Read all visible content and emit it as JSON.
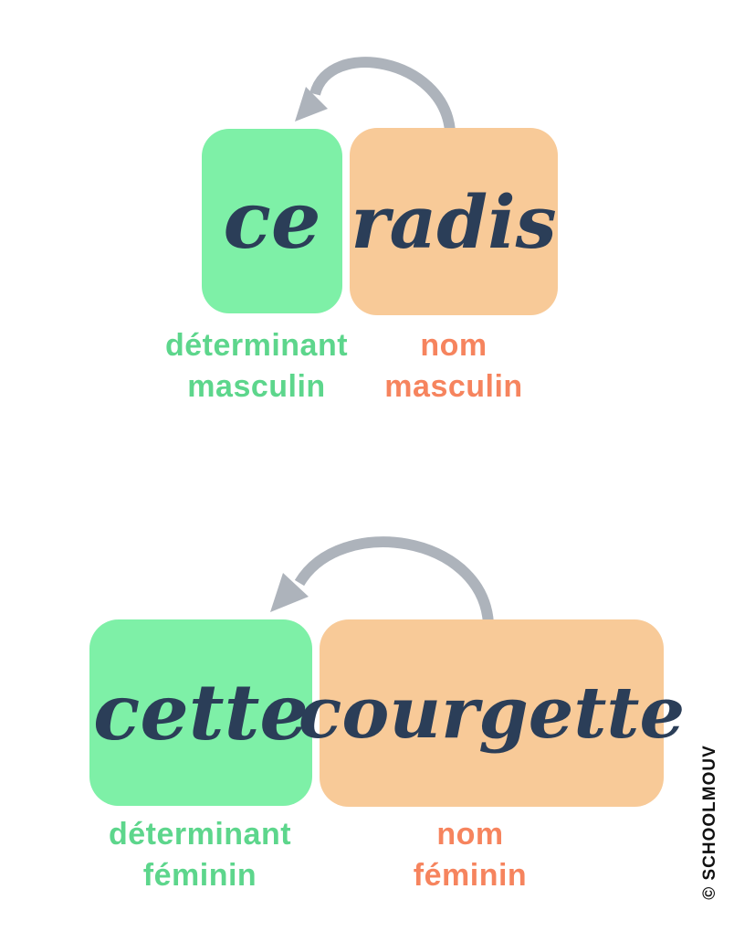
{
  "colors": {
    "determiner_box": "#7ef0a7",
    "noun_box": "#f8ca98",
    "word_text": "#2b3e58",
    "determiner_label": "#5dd68c",
    "noun_label": "#f6845e",
    "arrow": "#adb3bb",
    "watermark": "#111111"
  },
  "sections": [
    {
      "id": "masculin",
      "determiner": {
        "word": "ce",
        "label_line1": "déterminant",
        "label_line2": "masculin"
      },
      "noun": {
        "word": "radis",
        "label_line1": "nom",
        "label_line2": "masculin"
      }
    },
    {
      "id": "feminin",
      "determiner": {
        "word": "cette",
        "label_line1": "déterminant",
        "label_line2": "féminin"
      },
      "noun": {
        "word": "courgette",
        "label_line1": "nom",
        "label_line2": "féminin"
      }
    }
  ],
  "watermark": {
    "text": "© SCHOOLMOUV"
  }
}
